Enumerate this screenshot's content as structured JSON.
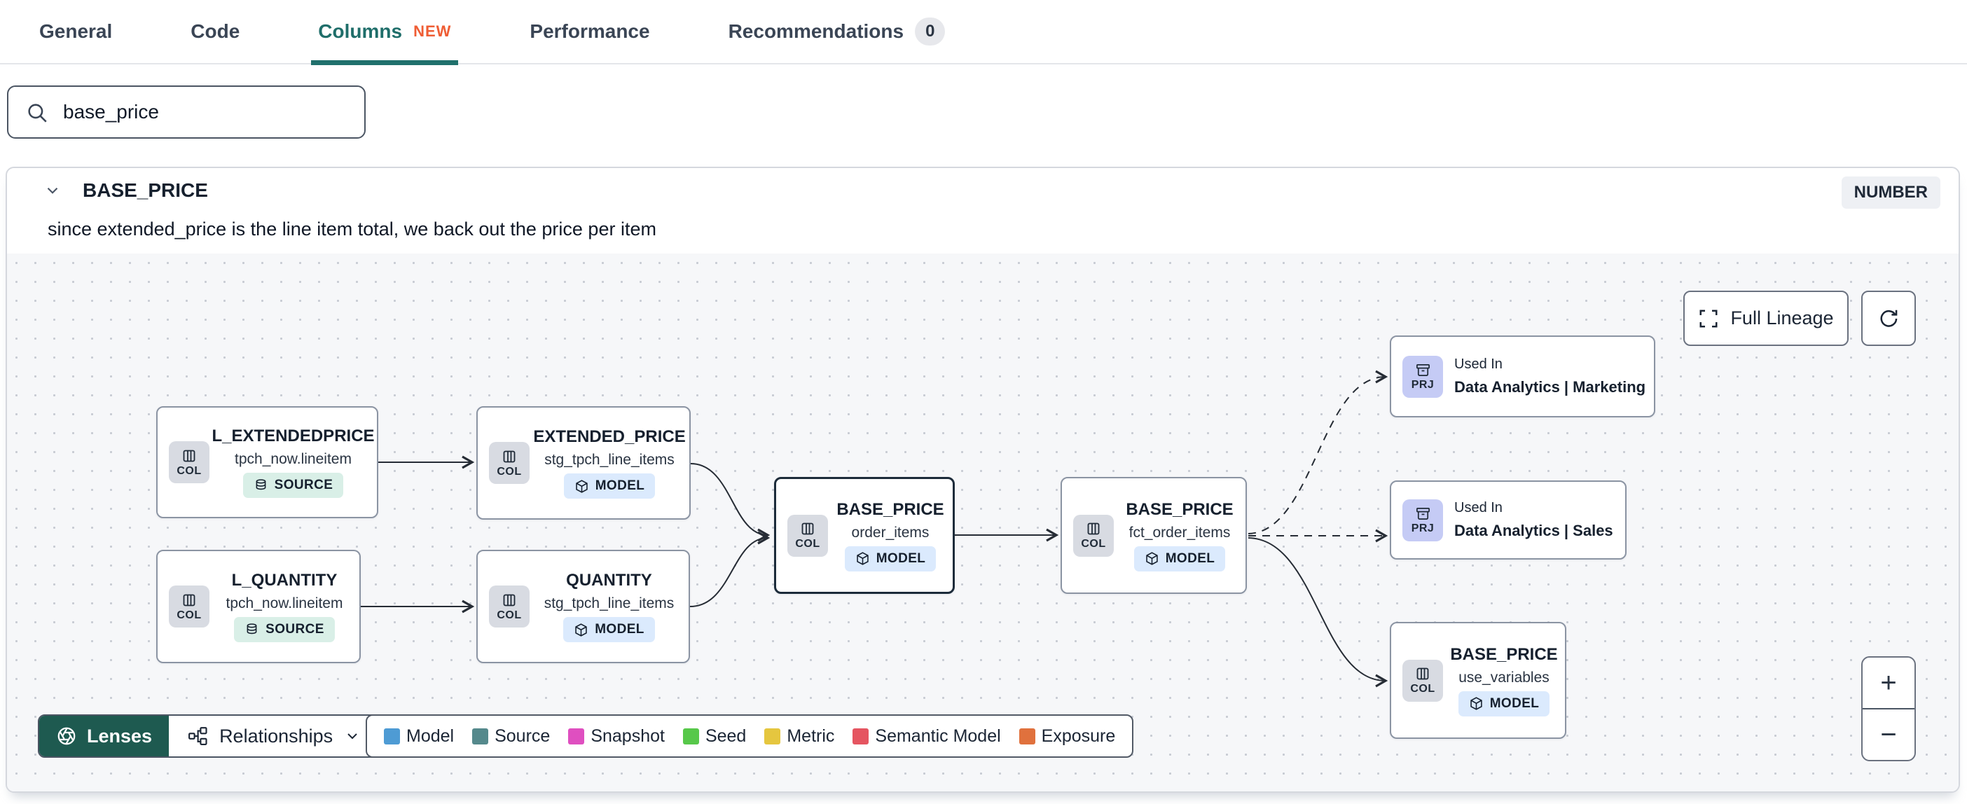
{
  "tabs": {
    "items": [
      {
        "label": "General"
      },
      {
        "label": "Code"
      },
      {
        "label": "Columns",
        "badge": "NEW"
      },
      {
        "label": "Performance"
      },
      {
        "label": "Recommendations",
        "count": "0"
      }
    ]
  },
  "search": {
    "value": "base_price"
  },
  "column_panel": {
    "name": "BASE_PRICE",
    "type_badge": "NUMBER",
    "description": "since extended_price is the line item total, we back out the price per item"
  },
  "lineage": {
    "full_lineage_label": "Full Lineage",
    "zoom_in": "+",
    "zoom_out": "−",
    "toolbar": {
      "lenses": "Lenses",
      "relationships": "Relationships"
    },
    "legend": {
      "items": [
        {
          "label": "Model",
          "color": "#4e9bd4"
        },
        {
          "label": "Source",
          "color": "#55898c"
        },
        {
          "label": "Snapshot",
          "color": "#df4fc0"
        },
        {
          "label": "Seed",
          "color": "#57c84a"
        },
        {
          "label": "Metric",
          "color": "#e5c63f"
        },
        {
          "label": "Semantic Model",
          "color": "#e55561"
        },
        {
          "label": "Exposure",
          "color": "#e0713d"
        }
      ]
    },
    "nodes": [
      {
        "tag": "COL",
        "title": "L_EXTENDEDPRICE",
        "subtitle": "tpch_now.lineitem",
        "badge": "SOURCE"
      },
      {
        "tag": "COL",
        "title": "EXTENDED_PRICE",
        "subtitle": "stg_tpch_line_items",
        "badge": "MODEL"
      },
      {
        "tag": "COL",
        "title": "L_QUANTITY",
        "subtitle": "tpch_now.lineitem",
        "badge": "SOURCE"
      },
      {
        "tag": "COL",
        "title": "QUANTITY",
        "subtitle": "stg_tpch_line_items",
        "badge": "MODEL"
      },
      {
        "tag": "COL",
        "title": "BASE_PRICE",
        "subtitle": "order_items",
        "badge": "MODEL"
      },
      {
        "tag": "COL",
        "title": "BASE_PRICE",
        "subtitle": "fct_order_items",
        "badge": "MODEL"
      },
      {
        "tag": "PRJ",
        "kicker": "Used In",
        "title": "Data Analytics | Marketing"
      },
      {
        "tag": "PRJ",
        "kicker": "Used In",
        "title": "Data Analytics | Sales"
      },
      {
        "tag": "COL",
        "title": "BASE_PRICE",
        "subtitle": "use_variables",
        "badge": "MODEL"
      }
    ]
  }
}
